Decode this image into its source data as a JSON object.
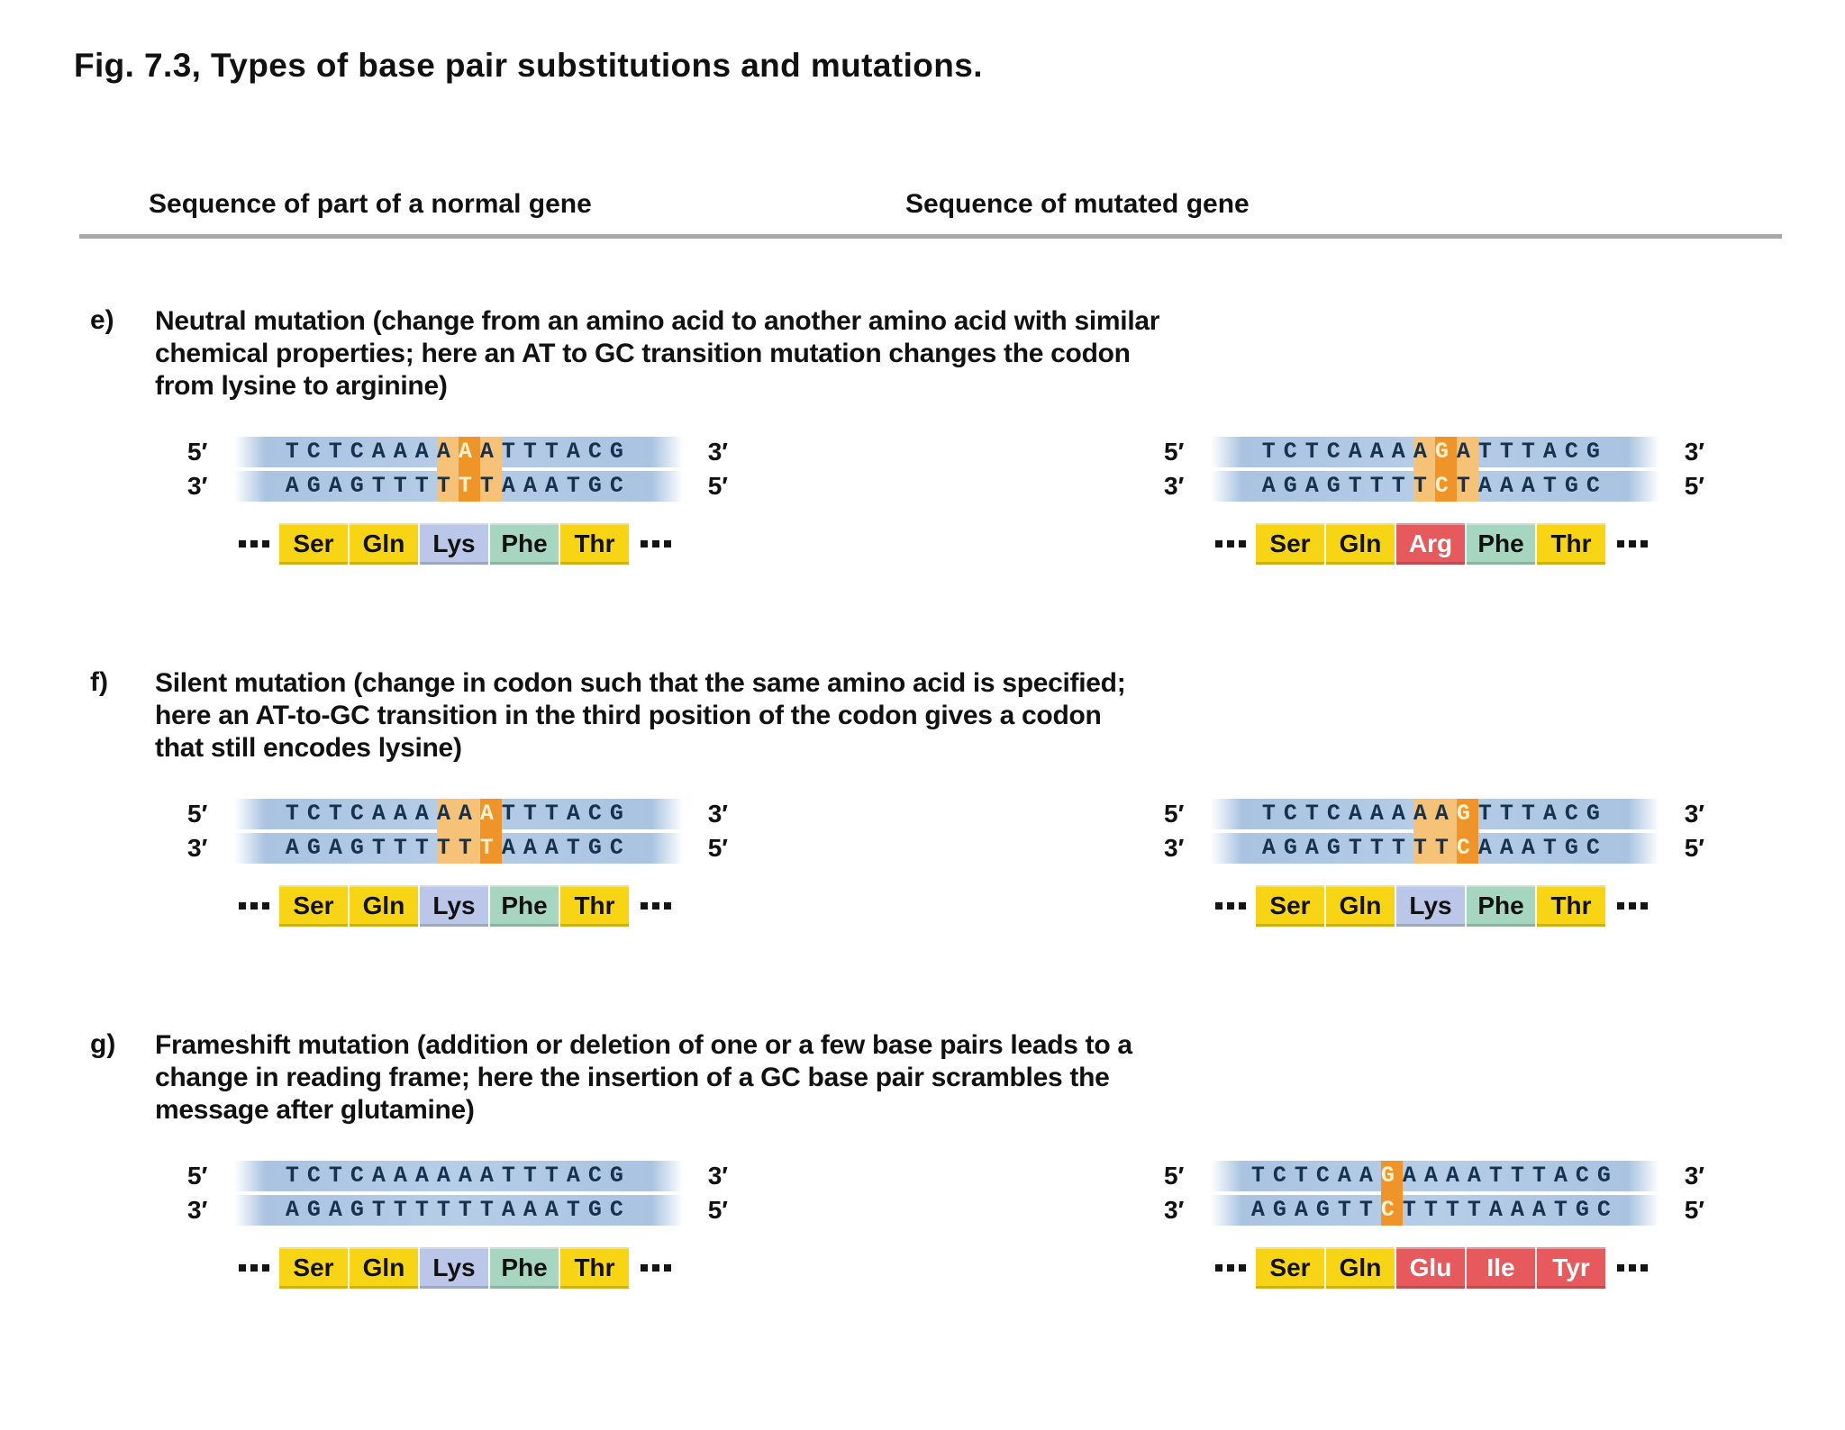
{
  "title": "Fig. 7.3, Types of base pair substitutions and mutations.",
  "headers": {
    "left": "Sequence of part of a normal gene",
    "right": "Sequence of mutated gene"
  },
  "colors": {
    "strand_band_blue": "#a9c3e1",
    "base_letter_navy": "#16324e",
    "highlight_light_orange": "#f6c277",
    "highlight_dark_orange": "#ee9428",
    "highlight_letter_cream": "#fdf2cf",
    "amino_yellow": "#f7d515",
    "amino_blue": "#bac7e8",
    "amino_green": "#a6d6bf",
    "amino_red": "#e65a5e",
    "rule_gray": "#a8a8a8"
  },
  "sections": [
    {
      "id": "e",
      "label": "e)",
      "description": "Neutral mutation (change from an amino acid to another amino acid with similar\nchemical properties; here an AT to GC transition mutation changes the codon\nfrom lysine to arginine)",
      "normal": {
        "strands": [
          {
            "left_end": "5′",
            "right_end": "3′",
            "segments": [
              [
                "TCTCAAA",
                ""
              ],
              [
                "A",
                "lt"
              ],
              [
                "A",
                "dk"
              ],
              [
                "A",
                "lt"
              ],
              [
                "TTTACG",
                ""
              ]
            ]
          },
          {
            "left_end": "3′",
            "right_end": "5′",
            "segments": [
              [
                "AGAGTTT",
                ""
              ],
              [
                "T",
                "lt"
              ],
              [
                "T",
                "dk"
              ],
              [
                "T",
                "lt"
              ],
              [
                "AAATGC",
                ""
              ]
            ]
          }
        ],
        "amino_acids": [
          {
            "name": "Ser",
            "color": "yellow"
          },
          {
            "name": "Gln",
            "color": "yellow"
          },
          {
            "name": "Lys",
            "color": "blue"
          },
          {
            "name": "Phe",
            "color": "green"
          },
          {
            "name": "Thr",
            "color": "yellow"
          }
        ]
      },
      "mutated": {
        "strands": [
          {
            "left_end": "5′",
            "right_end": "3′",
            "segments": [
              [
                "TCTCAAA",
                ""
              ],
              [
                "A",
                "lt"
              ],
              [
                "G",
                "dk"
              ],
              [
                "A",
                "lt"
              ],
              [
                "TTTACG",
                ""
              ]
            ]
          },
          {
            "left_end": "3′",
            "right_end": "5′",
            "segments": [
              [
                "AGAGTTT",
                ""
              ],
              [
                "T",
                "lt"
              ],
              [
                "C",
                "dk"
              ],
              [
                "T",
                "lt"
              ],
              [
                "AAATGC",
                ""
              ]
            ]
          }
        ],
        "amino_acids": [
          {
            "name": "Ser",
            "color": "yellow"
          },
          {
            "name": "Gln",
            "color": "yellow"
          },
          {
            "name": "Arg",
            "color": "red"
          },
          {
            "name": "Phe",
            "color": "green"
          },
          {
            "name": "Thr",
            "color": "yellow"
          }
        ]
      }
    },
    {
      "id": "f",
      "label": "f)",
      "description": "Silent mutation (change in codon such that the same amino acid is specified;\nhere an AT-to-GC transition in the third position of the codon gives a codon\nthat still encodes lysine)",
      "normal": {
        "strands": [
          {
            "left_end": "5′",
            "right_end": "3′",
            "segments": [
              [
                "TCTCAAA",
                ""
              ],
              [
                "AA",
                "lt"
              ],
              [
                "A",
                "dk"
              ],
              [
                "TTTACG",
                ""
              ]
            ]
          },
          {
            "left_end": "3′",
            "right_end": "5′",
            "segments": [
              [
                "AGAGTTT",
                ""
              ],
              [
                "TT",
                "lt"
              ],
              [
                "T",
                "dk"
              ],
              [
                "AAATGC",
                ""
              ]
            ]
          }
        ],
        "amino_acids": [
          {
            "name": "Ser",
            "color": "yellow"
          },
          {
            "name": "Gln",
            "color": "yellow"
          },
          {
            "name": "Lys",
            "color": "blue"
          },
          {
            "name": "Phe",
            "color": "green"
          },
          {
            "name": "Thr",
            "color": "yellow"
          }
        ]
      },
      "mutated": {
        "strands": [
          {
            "left_end": "5′",
            "right_end": "3′",
            "segments": [
              [
                "TCTCAAA",
                ""
              ],
              [
                "AA",
                "lt"
              ],
              [
                "G",
                "dk"
              ],
              [
                "TTTACG",
                ""
              ]
            ]
          },
          {
            "left_end": "3′",
            "right_end": "5′",
            "segments": [
              [
                "AGAGTTT",
                ""
              ],
              [
                "TT",
                "lt"
              ],
              [
                "C",
                "dk"
              ],
              [
                "AAATGC",
                ""
              ]
            ]
          }
        ],
        "amino_acids": [
          {
            "name": "Ser",
            "color": "yellow"
          },
          {
            "name": "Gln",
            "color": "yellow"
          },
          {
            "name": "Lys",
            "color": "blue"
          },
          {
            "name": "Phe",
            "color": "green"
          },
          {
            "name": "Thr",
            "color": "yellow"
          }
        ]
      }
    },
    {
      "id": "g",
      "label": "g)",
      "description": "Frameshift mutation (addition or deletion of one or a few base pairs leads to a\nchange in reading frame; here the insertion of a GC base pair scrambles the\nmessage after glutamine)",
      "normal": {
        "strands": [
          {
            "left_end": "5′",
            "right_end": "3′",
            "segments": [
              [
                "TCTCAAAAAATTTACG",
                ""
              ]
            ]
          },
          {
            "left_end": "3′",
            "right_end": "5′",
            "segments": [
              [
                "AGAGTTTTTTAAATGC",
                ""
              ]
            ]
          }
        ],
        "amino_acids": [
          {
            "name": "Ser",
            "color": "yellow"
          },
          {
            "name": "Gln",
            "color": "yellow"
          },
          {
            "name": "Lys",
            "color": "blue"
          },
          {
            "name": "Phe",
            "color": "green"
          },
          {
            "name": "Thr",
            "color": "yellow"
          }
        ]
      },
      "mutated": {
        "strands": [
          {
            "left_end": "5′",
            "right_end": "3′",
            "segments": [
              [
                "TCTCAA",
                ""
              ],
              [
                "G",
                "dk"
              ],
              [
                "AAAATTTACG",
                ""
              ]
            ]
          },
          {
            "left_end": "3′",
            "right_end": "5′",
            "segments": [
              [
                "AGAGTT",
                ""
              ],
              [
                "C",
                "dk"
              ],
              [
                "TTTTAAATGC",
                ""
              ]
            ]
          }
        ],
        "amino_acids": [
          {
            "name": "Ser",
            "color": "yellow"
          },
          {
            "name": "Gln",
            "color": "yellow"
          },
          {
            "name": "Glu",
            "color": "red"
          },
          {
            "name": "Ile",
            "color": "red"
          },
          {
            "name": "Tyr",
            "color": "red"
          }
        ]
      }
    }
  ]
}
